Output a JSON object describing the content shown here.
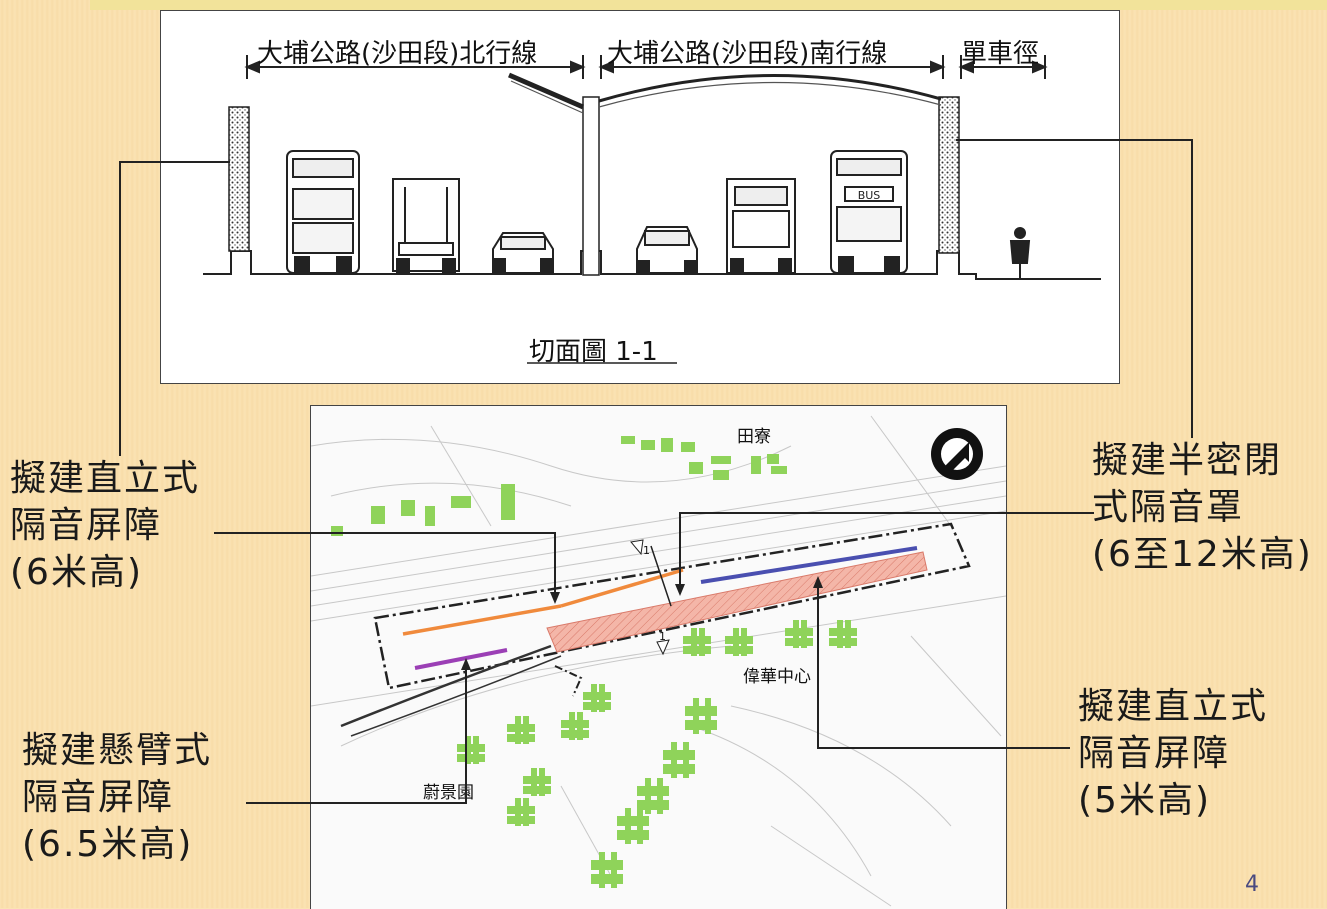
{
  "section": {
    "north_label": "大埔公路(沙田段)北行線",
    "south_label": "大埔公路(沙田段)南行線",
    "cycle_label": "單車徑",
    "caption": "切面圖 1-1",
    "bus_sign": "BUS"
  },
  "map": {
    "place_tianliao": "田寮",
    "place_weihua": "偉華中心",
    "place_weijing": "蔚景園",
    "section_mark_a": "1",
    "section_mark_b": "1"
  },
  "callouts": {
    "vertical_6m": [
      "擬建直立式",
      "隔音屏障",
      "(6米高)"
    ],
    "semi_enclosure": [
      "擬建半密閉",
      "式隔音罩",
      "(6至12米高)"
    ],
    "cantilever": [
      "擬建懸臂式",
      "隔音屏障",
      "(6.5米高)"
    ],
    "vertical_5m": [
      "擬建直立式",
      "隔音屏障",
      "(5米高)"
    ]
  },
  "colors": {
    "orange_barrier": "#f08a3c",
    "purple_barrier": "#9b3fb5",
    "blue_barrier": "#4a4fb0",
    "enclosure_fill": "#f4b6a8",
    "trees": "#8fd35a"
  },
  "page_number": "4"
}
